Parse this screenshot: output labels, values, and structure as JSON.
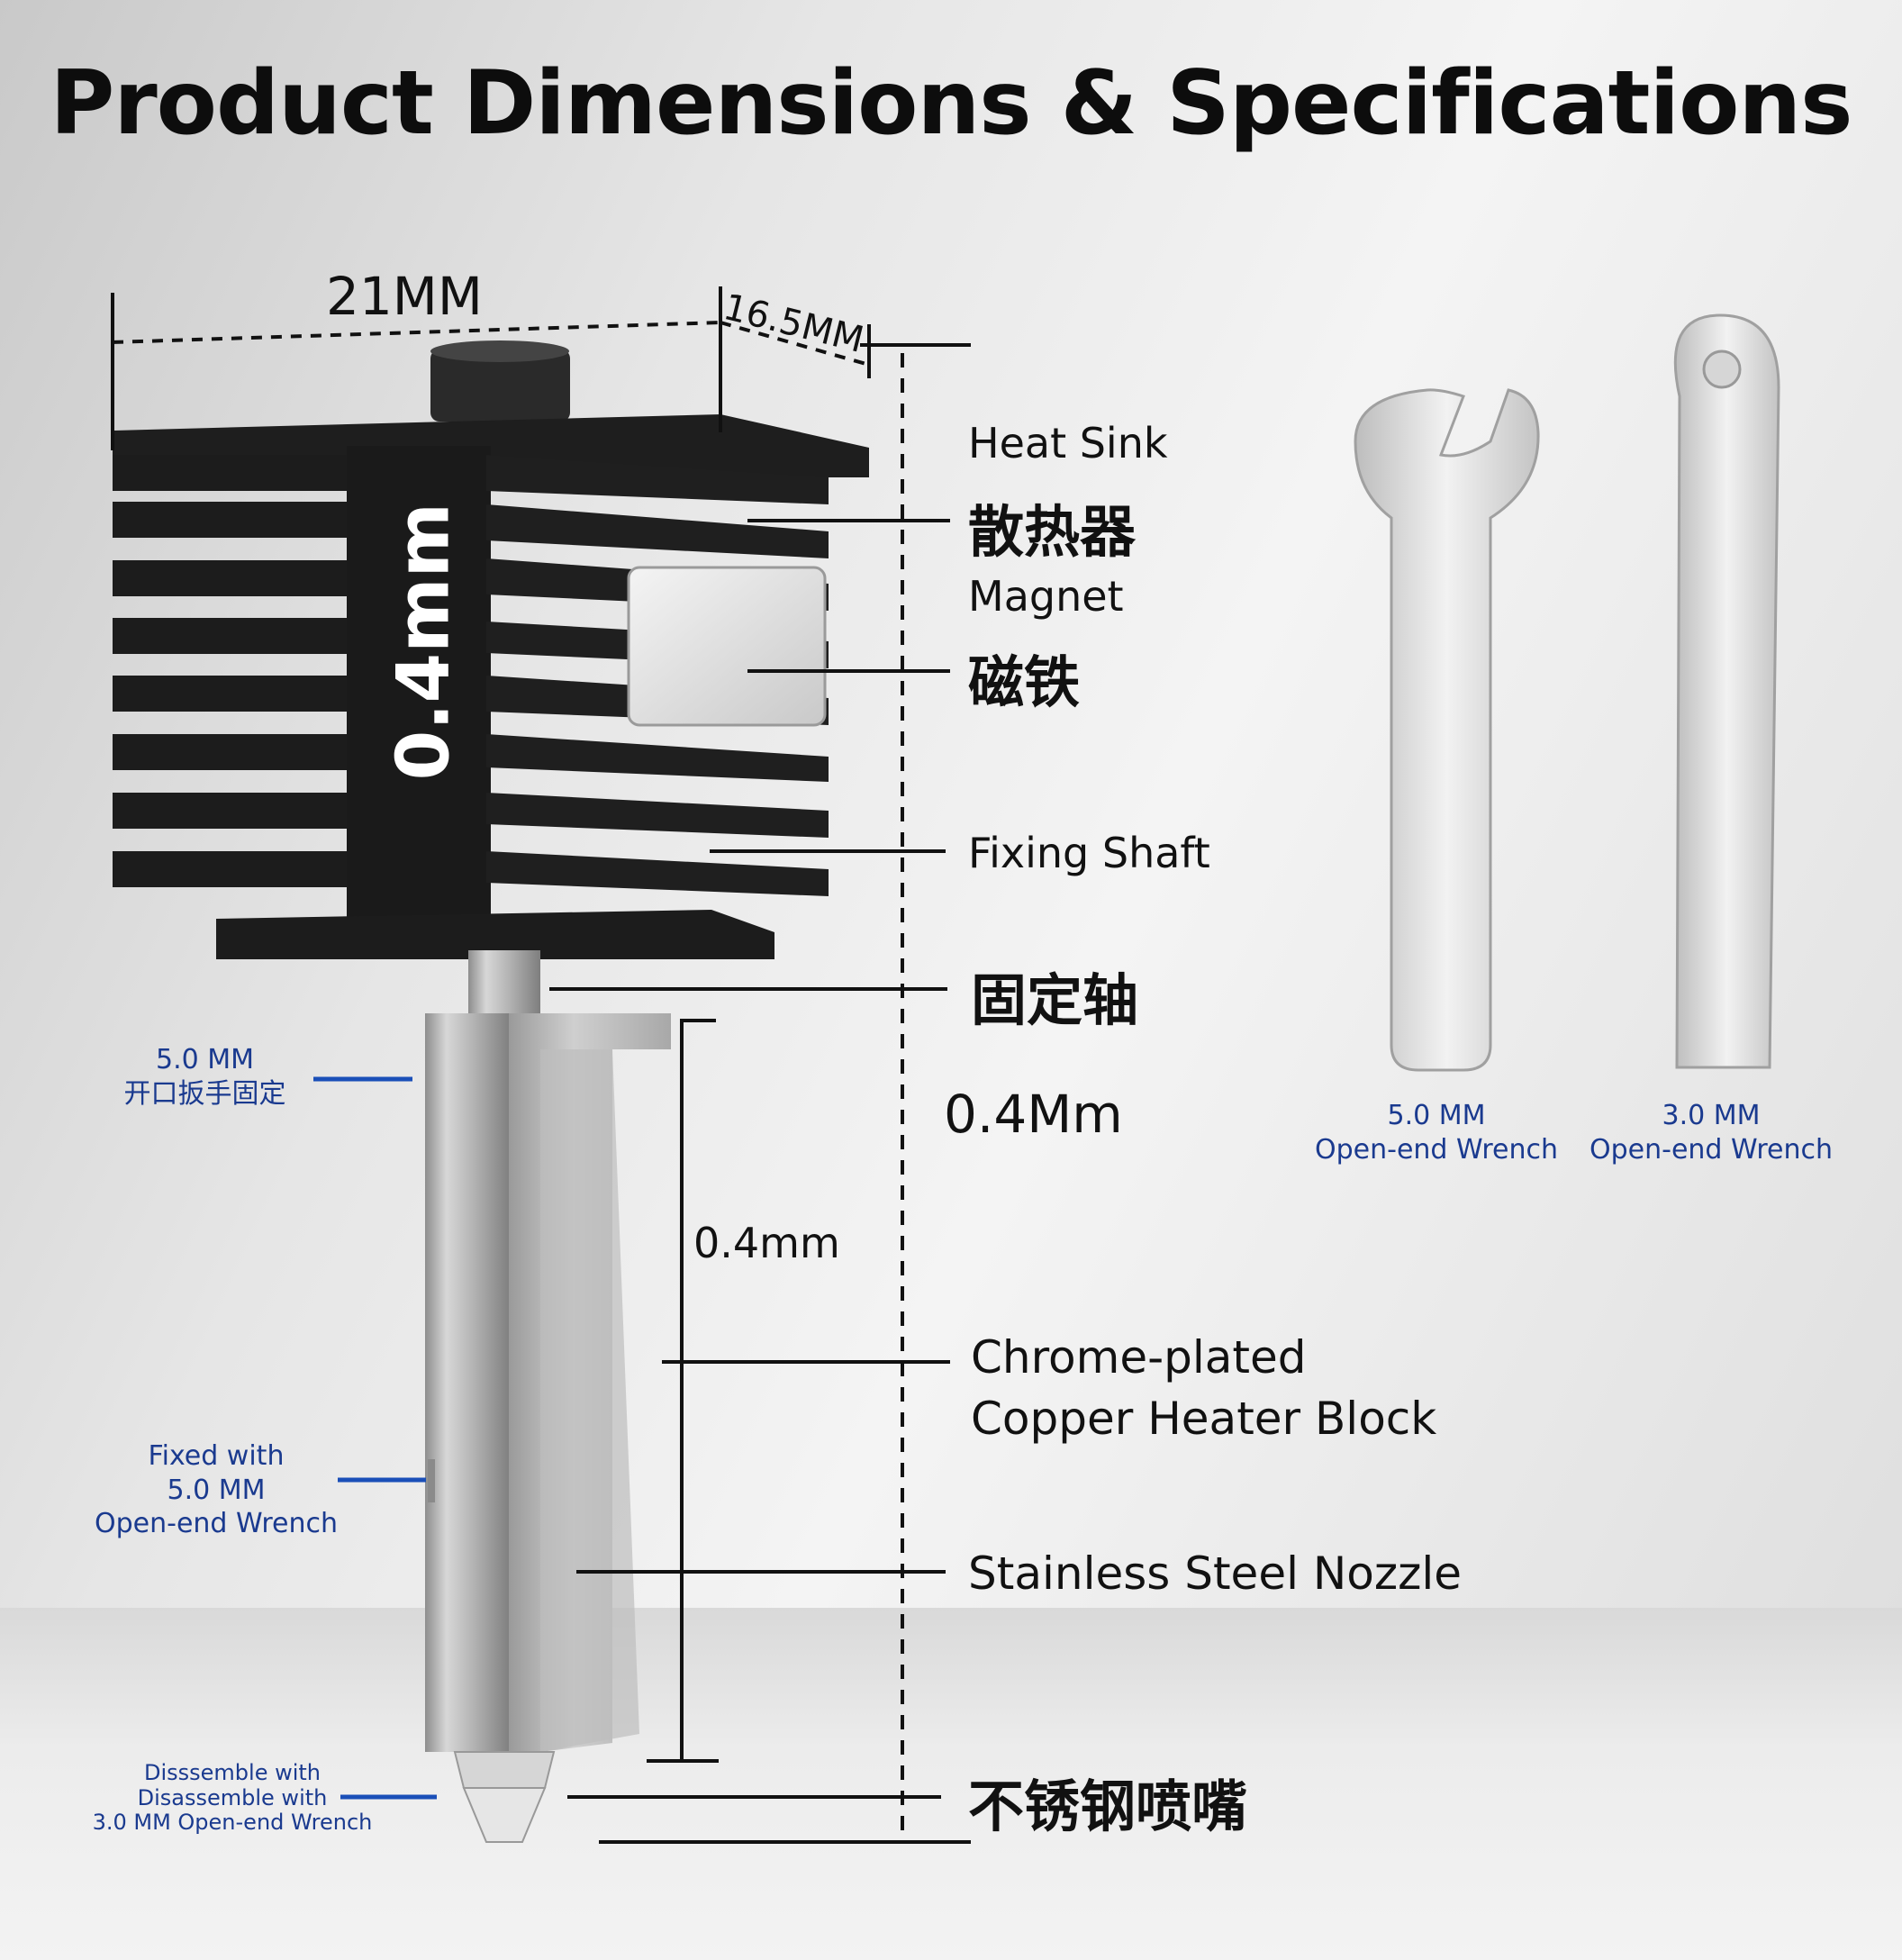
{
  "title": "Product Dimensions & Specifications",
  "dimensions": {
    "width": "21MM",
    "depth": "16.5MM",
    "heat_sink_mark": "0.4mm",
    "side_mark": "0.4Mm",
    "block_mark": "0.4mm"
  },
  "labels": {
    "heat_sink_en": "Heat Sink",
    "heat_sink_cn": "散热器",
    "magnet_en": "Magnet",
    "magnet_cn": "磁铁",
    "fixing_shaft_en": "Fixing Shaft",
    "fixing_shaft_cn": "固定轴",
    "heater_block_line1": "Chrome-plated",
    "heater_block_line2": "Copper Heater Block",
    "nozzle_en": "Stainless Steel Nozzle",
    "nozzle_cn": "不锈钢喷嘴"
  },
  "notes": {
    "top_line1": "5.0 MM",
    "top_line2": "开口扳手固定",
    "mid_line1": "Fixed with",
    "mid_line2": "5.0 MM",
    "mid_line3": "Open-end Wrench",
    "bottom_line1": "Disssemble with",
    "bottom_line2": "Disassemble with",
    "bottom_line3": "3.0 MM Open-end Wrench"
  },
  "wrenches": [
    {
      "size": "5.0 MM",
      "name": "Open-end Wrench"
    },
    {
      "size": "3.0 MM",
      "name": "Open-end Wrench"
    }
  ],
  "colors": {
    "heatsink": "#1e1e1e",
    "metal": "#c8c8c8",
    "accent_blue": "#1a4fb8",
    "note_text": "#1a3a8f"
  }
}
